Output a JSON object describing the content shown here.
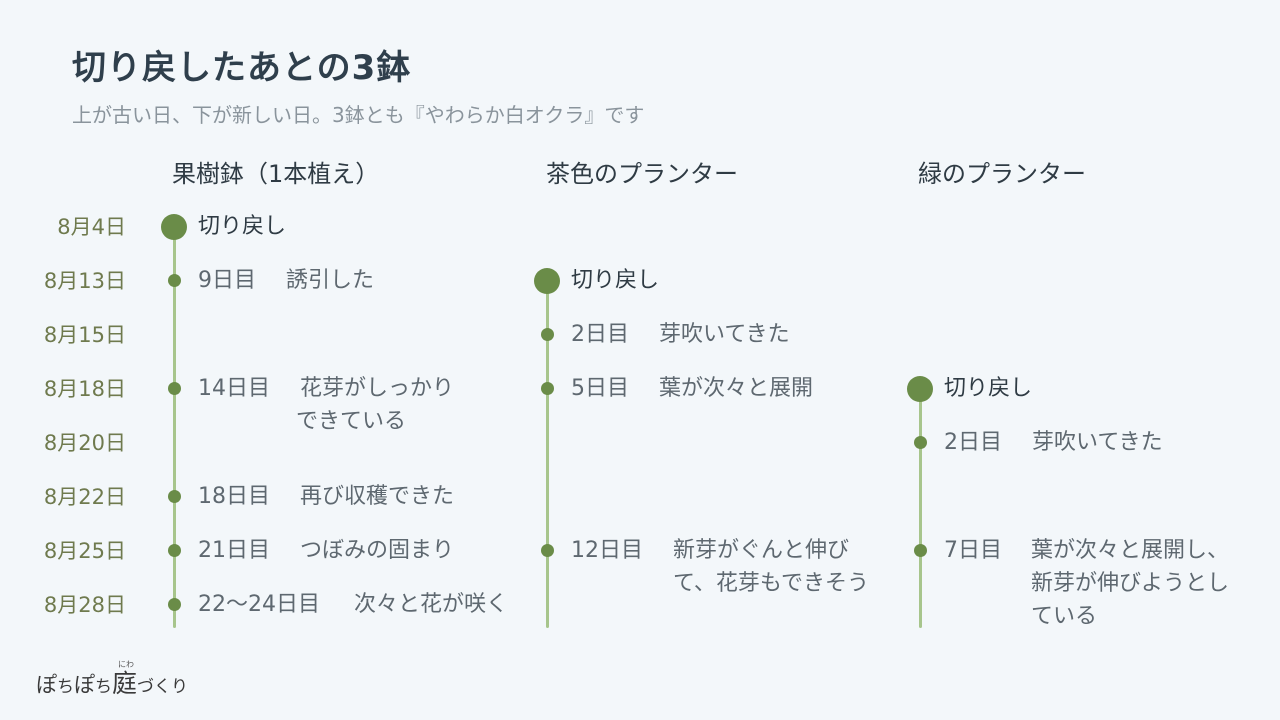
{
  "title": "切り戻したあとの3鉢",
  "subtitle": "上が古い日、下が新しい日。3鉢とも『やわらか白オクラ』です",
  "dates": [
    "8月4日",
    "8月13日",
    "8月15日",
    "8月18日",
    "8月20日",
    "8月22日",
    "8月25日",
    "8月28日"
  ],
  "columns": [
    {
      "header": "果樹鉢（1本植え）",
      "entries": [
        {
          "label": "切り戻し"
        },
        {
          "day": "9日目",
          "text": [
            "誘引した"
          ]
        },
        {
          "day": "14日目",
          "text": [
            "花芽がしっかり",
            "できている"
          ]
        },
        {
          "day": "18日目",
          "text": [
            "再び収穫できた"
          ]
        },
        {
          "day": "21日目",
          "text": [
            "つぼみの固まり"
          ]
        },
        {
          "day": "22〜24日目",
          "text": [
            "次々と花が咲く"
          ]
        }
      ]
    },
    {
      "header": "茶色のプランター",
      "entries": [
        {
          "label": "切り戻し"
        },
        {
          "day": "2日目",
          "text": [
            "芽吹いてきた"
          ]
        },
        {
          "day": "5日目",
          "text": [
            "葉が次々と展開"
          ]
        },
        {
          "day": "12日目",
          "text": [
            "新芽がぐんと伸び",
            "て、花芽もできそう"
          ]
        }
      ]
    },
    {
      "header": "緑のプランター",
      "entries": [
        {
          "label": "切り戻し"
        },
        {
          "day": "2日目",
          "text": [
            "芽吹いてきた"
          ]
        },
        {
          "day": "7日目",
          "text": [
            "葉が次々と展開し、",
            "新芽が伸びようとし",
            "ている"
          ]
        }
      ]
    }
  ],
  "logo": {
    "part1": "ぽ",
    "part2": "ち",
    "part3": "ぽ",
    "part4": "ち",
    "kanji": "庭",
    "ruby": "にわ",
    "part5": "づくり"
  },
  "colors": {
    "background": "#f3f7fa",
    "timeline_line": "#a7c58c",
    "timeline_dot": "#6a8c48",
    "date_text": "#6f7a4e"
  }
}
